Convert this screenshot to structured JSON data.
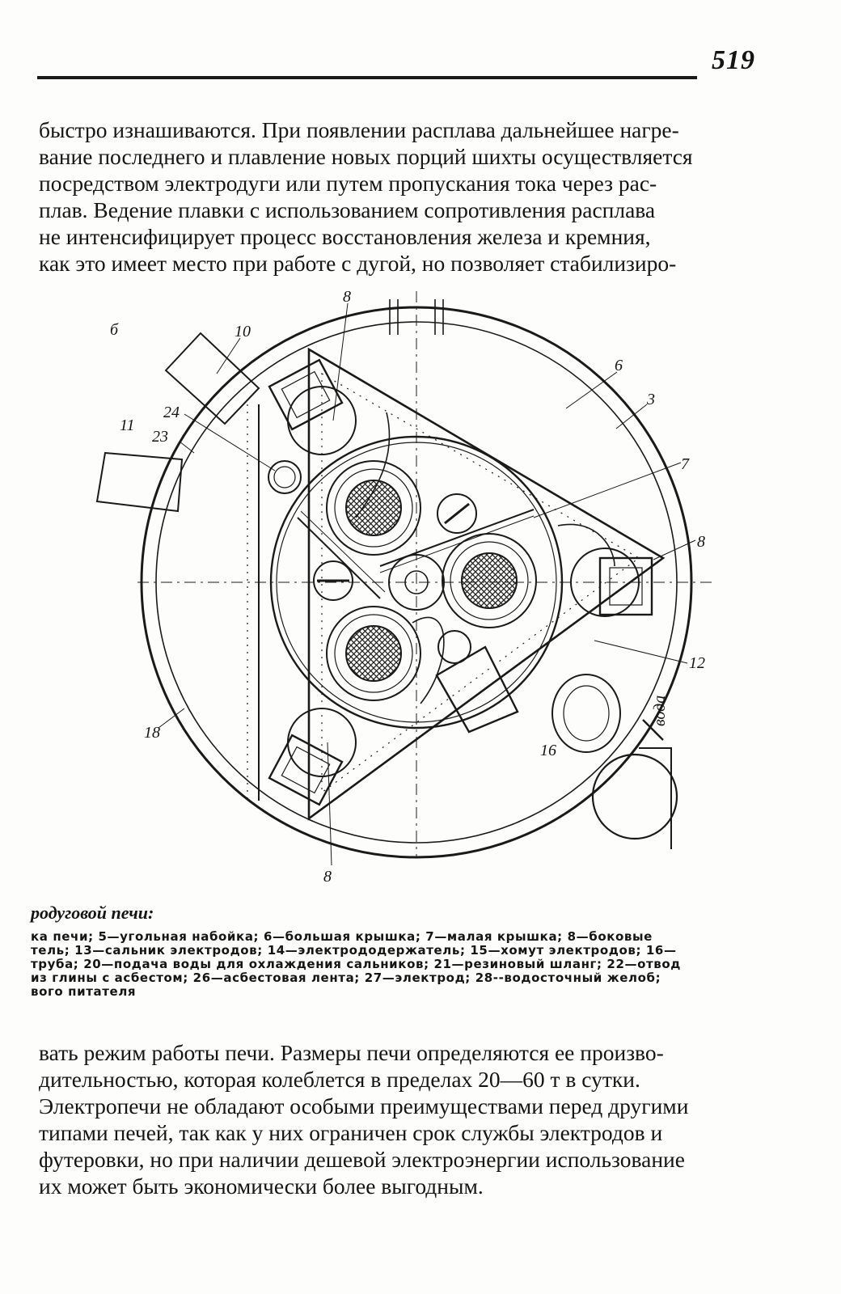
{
  "header": {
    "page_number": "519"
  },
  "paragraph_top": {
    "lines": [
      "быстро изнашиваются. При появлении расплава дальнейшее нагре-",
      "вание последнего и плавление новых порций шихты осуществляется",
      "посредством электродуги или путем пропускания тока через рас-",
      "плав. Ведение плавки с использованием сопротивления расплава",
      "не интенсифицирует процесс восстановления железа и кремния,",
      "как это имеет место при работе с дугой, но позволяет стабилизиро-"
    ]
  },
  "figure": {
    "panel_label": "б",
    "labels": {
      "l8_top": "8",
      "l10": "10",
      "l6": "6",
      "l3": "3",
      "l24": "24",
      "l11": "11",
      "l23": "23",
      "l7": "7",
      "l8_right": "8",
      "l12": "12",
      "l18": "18",
      "l16": "16",
      "l8_bottom": "8",
      "voda": "вода"
    }
  },
  "caption": {
    "title": "родуговой печи:",
    "lines": [
      "ка печи; 5—угольная набойка;  6—большая крышка;  7—малая крышка; 8—боковые",
      "тель; 13—сальник электродов; 14—электрододержатель; 15—хомут электродов; 16—",
      "труба; 20—подача воды для охлаждения сальников; 21—резиновый шланг; 22—отвод",
      "из глины с асбестом;  26—асбестовая лента;  27—электрод; 28--водосточный желоб;",
      "вого питателя"
    ]
  },
  "paragraph_bottom": {
    "lines": [
      "вать режим работы печи. Размеры печи определяются ее произво-",
      "дительностью, которая колеблется в пределах 20—60 т в сутки.",
      "Электропечи не обладают особыми преимуществами перед другими",
      "типами печей, так как у них ограничен срок службы электродов и",
      "футеровки, но при наличии дешевой электроэнергии использование",
      "их может быть экономически более выгодным."
    ]
  }
}
